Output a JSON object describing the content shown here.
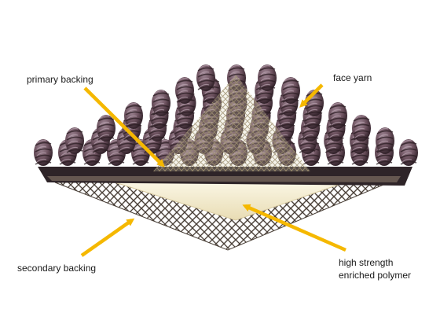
{
  "labels": {
    "primary_backing": "primary backing",
    "face_yarn": "face yarn",
    "secondary_backing": "secondary backing",
    "polymer_line1": "high strength",
    "polymer_line2": "enriched polymer"
  },
  "colors": {
    "arrow": "#f5b800",
    "yarn_dark": "#3d2a33",
    "yarn_mid": "#6e5360",
    "yarn_light": "#9c8491",
    "mesh": "#4a4038",
    "mesh_light": "#c8bea0",
    "polymer": "#f6f0d8",
    "polymer_edge": "#d8caa0"
  }
}
